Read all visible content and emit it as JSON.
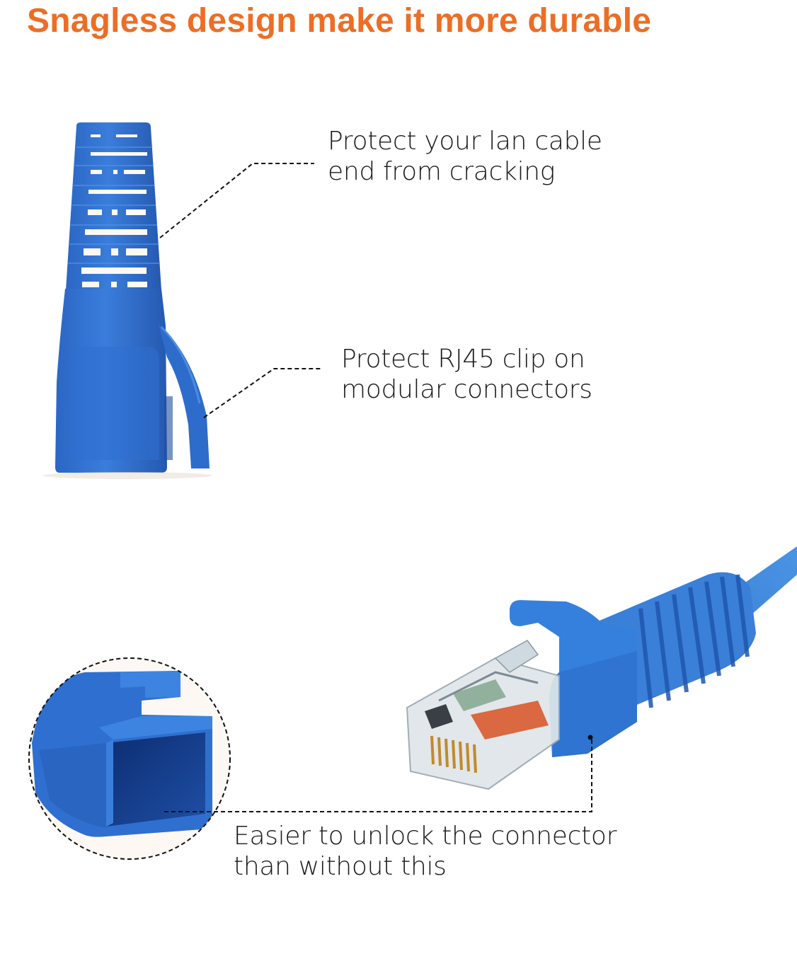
{
  "header": {
    "title": "Snagless design make it more durable",
    "title_color": "#ec6e26"
  },
  "colors": {
    "card_background": "#fdf8f3",
    "product_blue": "#2f6fcf",
    "text": "#1a1a1a"
  },
  "panel_top": {
    "product": "rj45-snagless-boot",
    "callouts": [
      {
        "line1": "Protect your lan cable",
        "line2": "end from cracking"
      },
      {
        "line1": "Protect RJ45 clip on",
        "line2": "modular connectors"
      }
    ]
  },
  "panel_bottom": {
    "product": "ethernet-cable-with-boot",
    "callout": {
      "line1": "Easier to unlock the connector",
      "line2": "than without this"
    }
  }
}
